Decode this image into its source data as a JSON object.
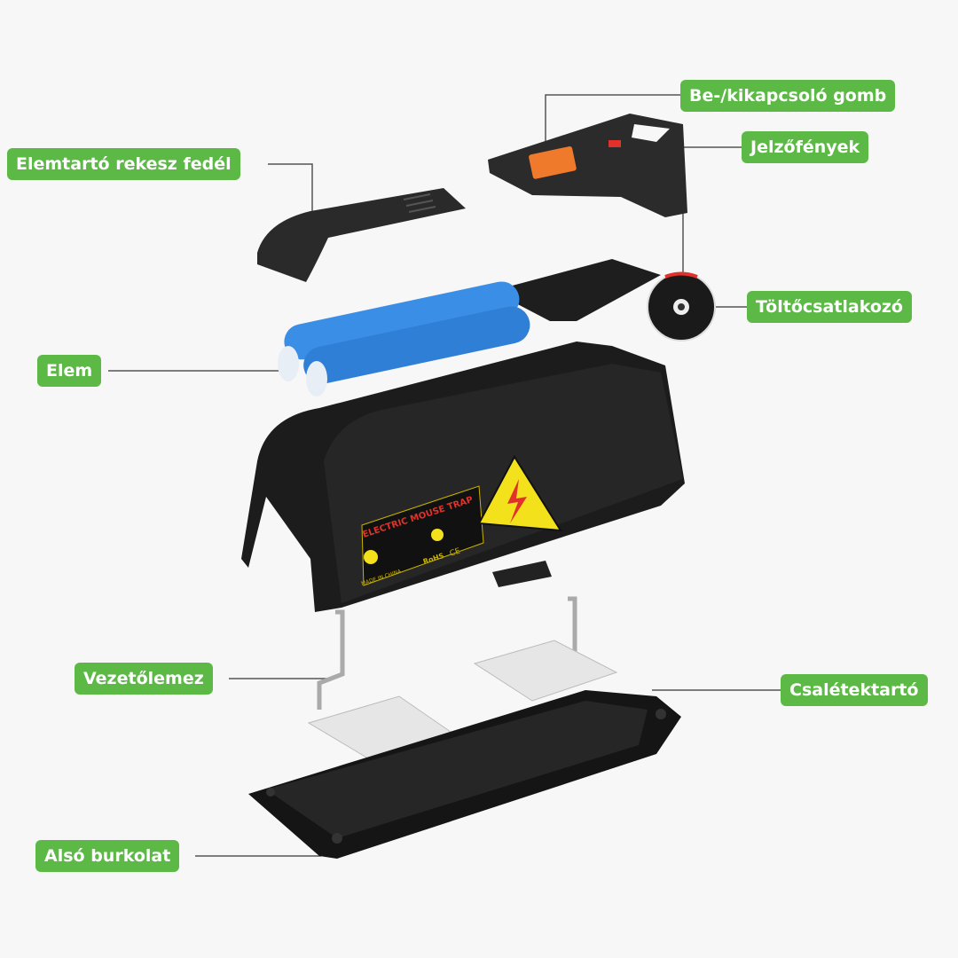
{
  "colors": {
    "label_bg": "#5cb946",
    "label_text": "#ffffff",
    "battery": "#3a8ee6",
    "body": "#1c1c1c"
  },
  "labels": {
    "power_button": "Be-/kikapcsoló gomb",
    "indicator_lights": "Jelzőfények",
    "battery_cover": "Elemtartó rekesz fedél",
    "charging_port": "Töltőcsatlakozó",
    "battery": "Elem",
    "conductive_plate": "Vezetőlemez",
    "bait_holder": "Csalétektartó",
    "bottom_cover": "Alsó burkolat"
  },
  "product_label": {
    "title": "ELECTRIC MOUSE TRAP",
    "rohs": "RoHS",
    "ce": "CE",
    "origin": "MADE IN CHINA"
  }
}
